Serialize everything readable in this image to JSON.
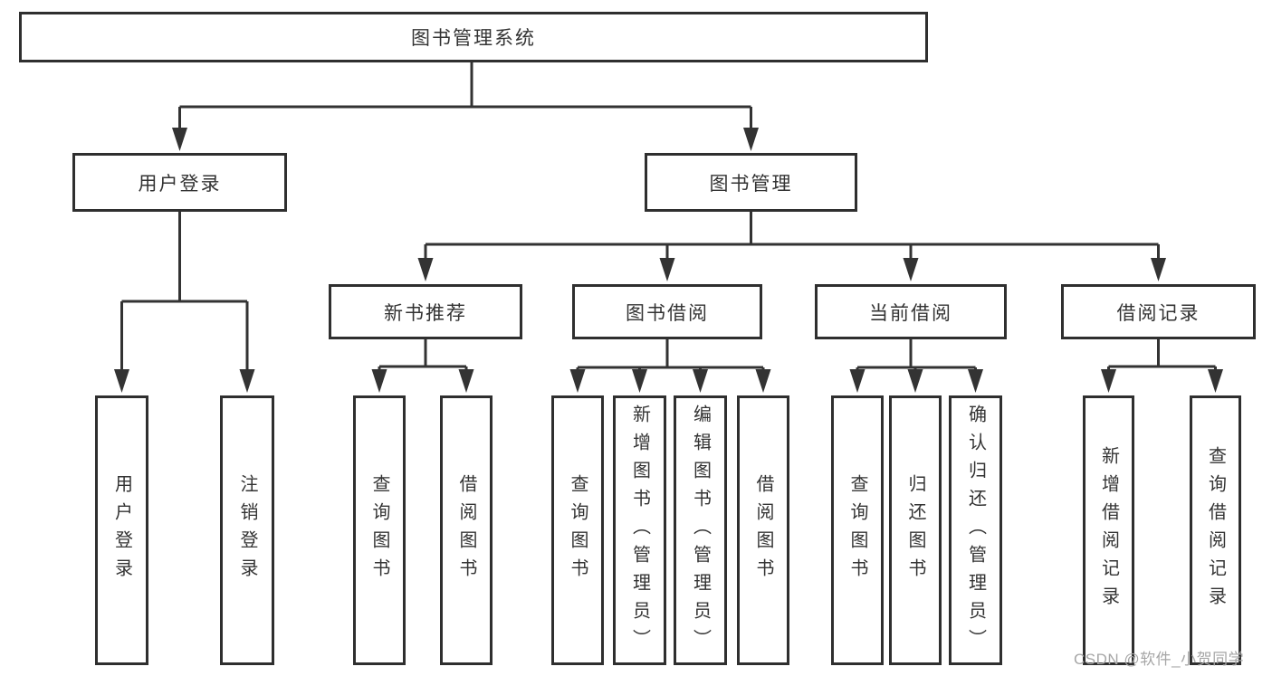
{
  "diagram": {
    "title": "图书管理系统",
    "type": "tree-hierarchy"
  },
  "nodes": {
    "root": {
      "label": "图书管理系统"
    },
    "user_login": {
      "label": "用户登录"
    },
    "book_mgmt": {
      "label": "图书管理"
    },
    "ul_login": {
      "label": "用户登录"
    },
    "ul_logout": {
      "label": "注销登录"
    },
    "new_book_rec": {
      "label": "新书推荐"
    },
    "book_borrow": {
      "label": "图书借阅"
    },
    "current_borrow": {
      "label": "当前借阅"
    },
    "borrow_records": {
      "label": "借阅记录"
    },
    "nbr_query": {
      "label": "查询图书"
    },
    "nbr_borrow": {
      "label": "借阅图书"
    },
    "bb_query": {
      "label": "查询图书"
    },
    "bb_add": {
      "label": "新增图书（管理员）"
    },
    "bb_edit": {
      "label": "编辑图书（管理员）"
    },
    "bb_borrow": {
      "label": "借阅图书"
    },
    "cb_query": {
      "label": "查询图书"
    },
    "cb_return": {
      "label": "归还图书"
    },
    "cb_confirm": {
      "label": "确认归还（管理员）"
    },
    "br_add": {
      "label": "新增借阅记录"
    },
    "br_query": {
      "label": "查询借阅记录"
    }
  },
  "hierarchy": {
    "图书管理系统": {
      "用户登录": [
        "用户登录",
        "注销登录"
      ],
      "图书管理": {
        "新书推荐": [
          "查询图书",
          "借阅图书"
        ],
        "图书借阅": [
          "查询图书",
          "新增图书（管理员）",
          "编辑图书（管理员）",
          "借阅图书"
        ],
        "当前借阅": [
          "查询图书",
          "归还图书",
          "确认归还（管理员）"
        ],
        "借阅记录": [
          "新增借阅记录",
          "查询借阅记录"
        ]
      }
    }
  },
  "watermark": {
    "text": "CSDN @软件_小贺同学"
  },
  "colors": {
    "line": "#333333",
    "box_border": "#2f2f2f",
    "text": "#333333",
    "watermark": "#a6a6a6",
    "background": "#ffffff"
  }
}
